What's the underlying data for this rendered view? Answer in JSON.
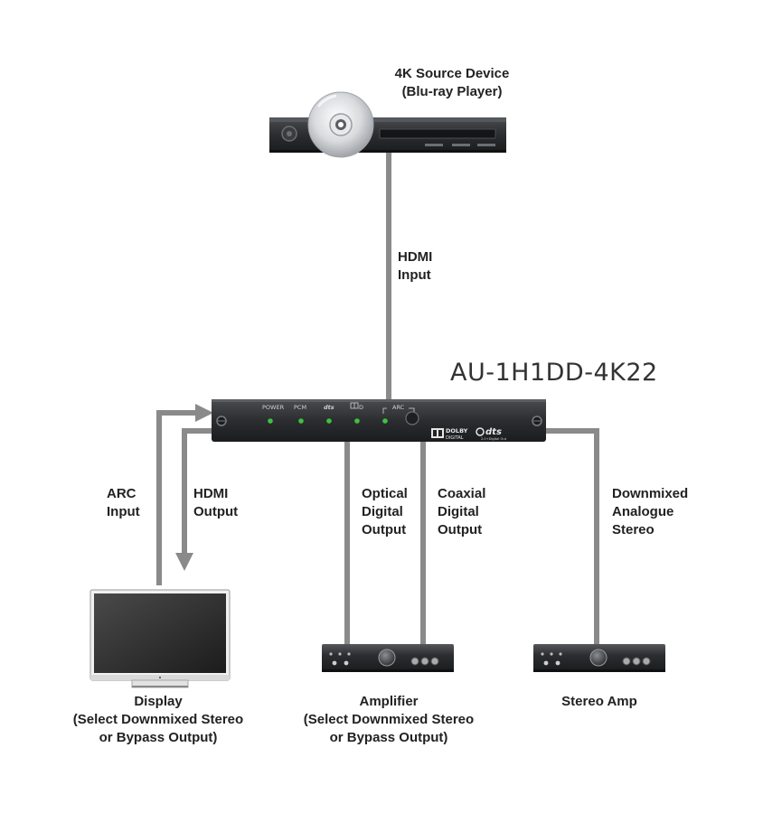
{
  "source": {
    "title": "4K Source Device",
    "subtitle": "(Blu-ray Player)"
  },
  "links": {
    "hdmi_input": "HDMI\nInput",
    "arc_input": "ARC\nInput",
    "hdmi_output": "HDMI\nOutput",
    "optical": "Optical\nDigital\nOutput",
    "coaxial": "Coaxial\nDigital\nOutput",
    "downmixed": "Downmixed\nAnalogue\nStereo"
  },
  "device": {
    "model": "AU-1H1DD-4K22",
    "led_labels": {
      "power": "POWER",
      "pcm": "PCM",
      "dts": "dts",
      "dolby": "D",
      "arc": "ARC"
    },
    "badge_dolby_line1": "DOLBY",
    "badge_dolby_line2": "DIGITAL",
    "badge_dts": "dts",
    "badge_dts_sub": "2.0+Digital Out"
  },
  "sinks": {
    "display": "Display\n(Select Downmixed Stereo\nor Bypass Output)",
    "amplifier": "Amplifier\n(Select Downmixed Stereo\nor Bypass Output)",
    "stereo_amp": "Stereo Amp"
  },
  "colors": {
    "cable": "#8a8a8a",
    "device_body": "#2e2f31",
    "led_green": "#3ec23e"
  }
}
